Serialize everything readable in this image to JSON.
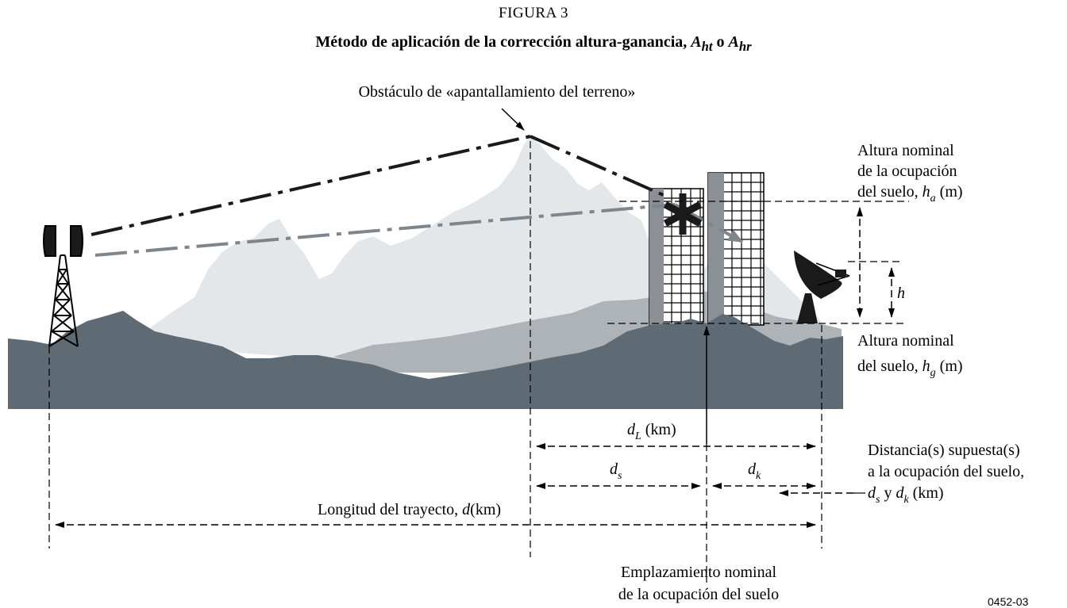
{
  "figure": {
    "number": "FIGURA 3",
    "caption_text": "Método de aplicación de la corrección altura-ganancia, ",
    "caption_sym1_base": "A",
    "caption_sym1_sub": "ht",
    "caption_conj": " o ",
    "caption_sym2_base": "A",
    "caption_sym2_sub": "hr",
    "code": "0452-03"
  },
  "labels": {
    "obstacle": "Obstáculo de «apantallamiento del terreno»",
    "height_clutter_1": "Altura nominal",
    "height_clutter_2": "de la ocupación",
    "height_clutter_3": "del suelo, ",
    "height_clutter_sym": "h",
    "height_clutter_sub": "a",
    "height_clutter_unit": " (m)",
    "h_symbol": "h",
    "ground_1": "Altura nominal",
    "ground_2": "del suelo, ",
    "ground_sym": "h",
    "ground_sub": "g",
    "ground_unit": " (m)",
    "dL_sym": "d",
    "dL_sub": "L",
    "dL_unit": " (km)",
    "ds_sym": "d",
    "ds_sub": "s",
    "dk_sym": "d",
    "dk_sub": "k",
    "assumed_1": "Distancia(s) supuesta(s)",
    "assumed_2": "a la ocupación del suelo,",
    "assumed_3_sym1": "d",
    "assumed_3_sub1": "s",
    "assumed_3_mid": " y ",
    "assumed_3_sym2": "d",
    "assumed_3_sub2": "k",
    "assumed_3_unit": " (km)",
    "path_text": "Longitud del trayecto, ",
    "path_sym": "d",
    "path_unit": "(km)",
    "site_1": "Emplazamiento nominal",
    "site_2": "de la ocupación del suelo"
  },
  "colors": {
    "ground": "#5f6b74",
    "far_mountains": "#e4e7ea",
    "mid_hills": "#aeb3b7",
    "building": "#8a9096",
    "ray_dark": "#1a1a1a",
    "ray_gray": "#7d868d"
  }
}
